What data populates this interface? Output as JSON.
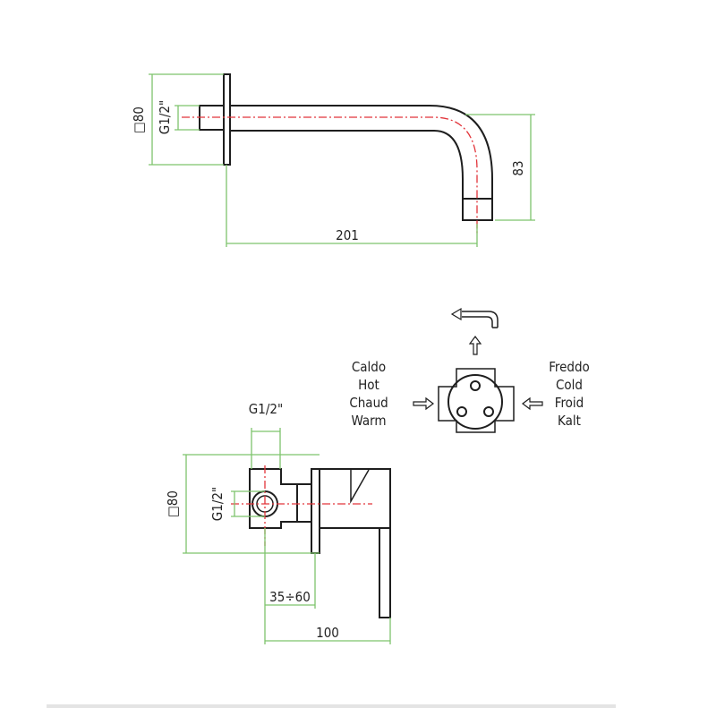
{
  "spout_view": {
    "plate_size_label": "□80",
    "thread_label": "G1/2\"",
    "length_label": "201",
    "height_label": "83"
  },
  "mixer_view": {
    "thread_top_label": "G1/2\"",
    "thread_side_label": "G1/2\"",
    "plate_size_label": "□80",
    "depth_range_label": "35÷60",
    "length_label": "100"
  },
  "water_legend": {
    "hot_labels": [
      "Caldo",
      "Hot",
      "Chaud",
      "Warm"
    ],
    "cold_labels": [
      "Freddo",
      "Cold",
      "Froid",
      "Kalt"
    ]
  }
}
